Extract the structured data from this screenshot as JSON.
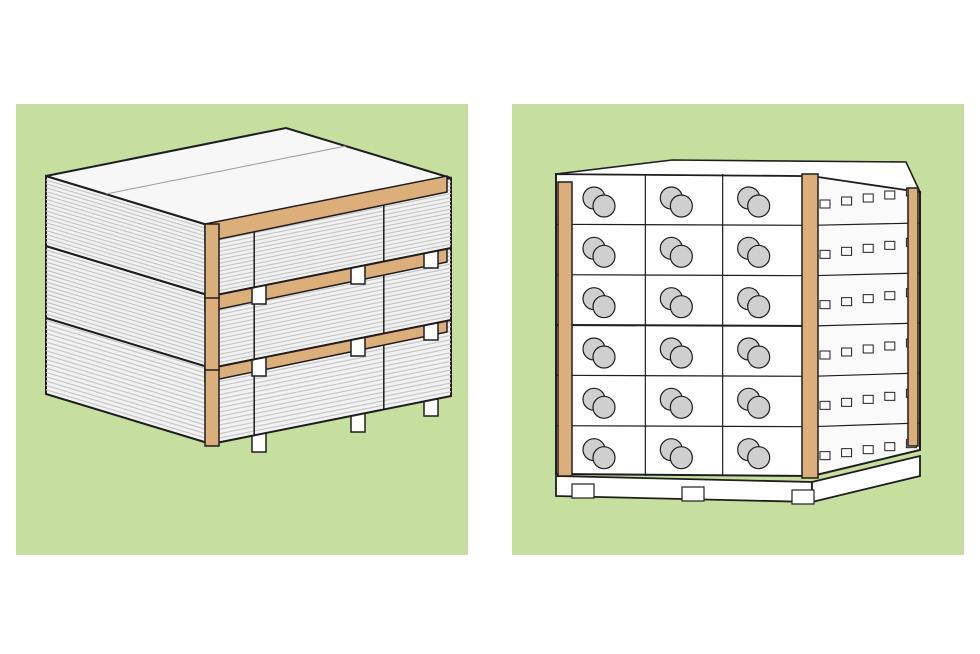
{
  "colors": {
    "background": "#ffffff",
    "panel_bg": "#c6df9e",
    "board": "#f2f2f2",
    "board_edge": "#c7c7c7",
    "corner_protector": "#dcae7a",
    "outline": "#1e1e1e",
    "bottle": "#cfcfcf",
    "pallet": "#ffffff"
  },
  "illustrations": [
    {
      "name": "stacked-board-pallets",
      "stacks": 3,
      "straps_per_stack": 2
    },
    {
      "name": "wrapped-bottle-pallet",
      "layers": 6,
      "columns_front": 3,
      "columns_side": 5
    }
  ]
}
